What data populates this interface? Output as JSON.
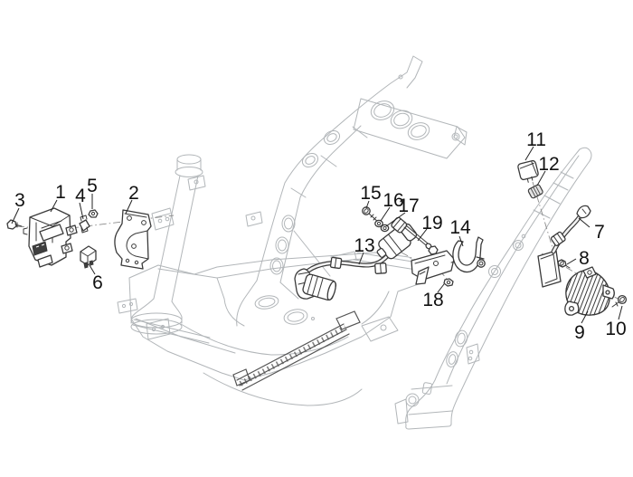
{
  "diagram": {
    "type": "exploded-parts-diagram",
    "callouts": [
      {
        "ref": "1"
      },
      {
        "ref": "2"
      },
      {
        "ref": "3"
      },
      {
        "ref": "4"
      },
      {
        "ref": "5"
      },
      {
        "ref": "6"
      },
      {
        "ref": "7"
      },
      {
        "ref": "8"
      },
      {
        "ref": "9"
      },
      {
        "ref": "10"
      },
      {
        "ref": "11"
      },
      {
        "ref": "12"
      },
      {
        "ref": "13"
      },
      {
        "ref": "14"
      },
      {
        "ref": "15"
      },
      {
        "ref": "16"
      },
      {
        "ref": "17"
      },
      {
        "ref": "18"
      },
      {
        "ref": "19"
      }
    ],
    "colors": {
      "background": "#ffffff",
      "frame_line": "#b2b6b9",
      "part_line": "#3a3a3a",
      "construction_line": "#8a8a8a",
      "label_color": "#111111",
      "rail_dark": "#555555"
    }
  }
}
